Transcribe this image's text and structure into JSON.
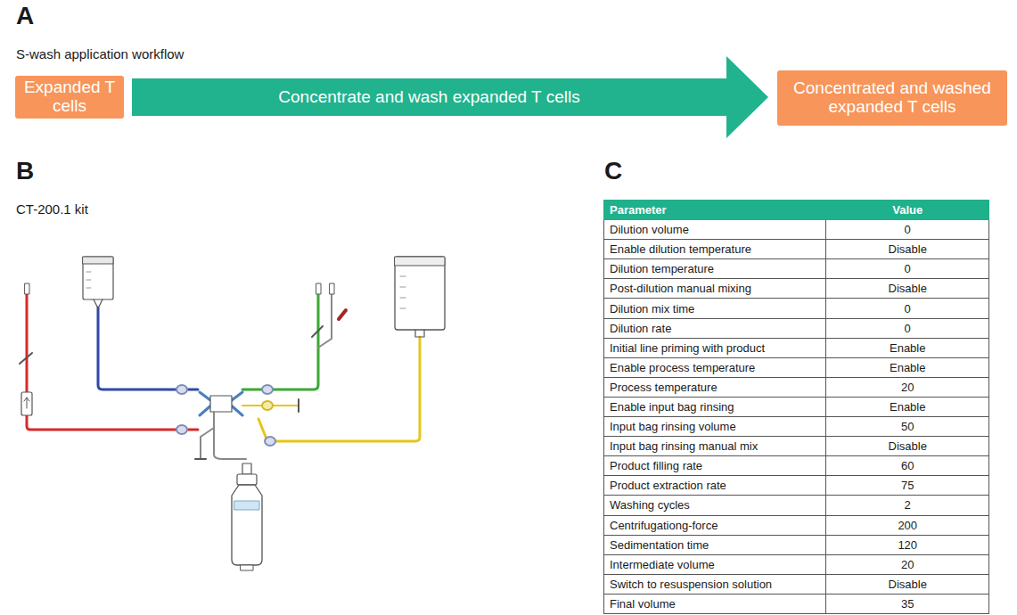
{
  "diagram": {
    "nodes": [
      {
        "text": [
          "Expanded T cells"
        ]
      },
      {
        "text": [
          "Concentrate and wash expanded T cells"
        ]
      },
      {
        "text": [
          "Concentrated and washed expanded T cells"
        ]
      }
    ],
    "labels": [
      "A",
      "S-wash application workflow",
      "B",
      "CT-200.1 kit",
      "C",
      "Parameter",
      "Value",
      "Dilution volume",
      "0",
      "Enable dilution temperature",
      "Disable",
      "Dilution temperature",
      "0",
      "Post-dilution manual mixing",
      "Disable",
      "Dilution mix time",
      "0",
      "Dilution rate",
      "0",
      "Initial line priming with product",
      "Enable",
      "Enable process temperature",
      "Enable",
      "Process temperature",
      "20",
      "Enable input bag rinsing",
      "Enable",
      "Input bag rinsing volume",
      "50",
      "Input bag rinsing manual mix",
      "Disable",
      "Product filling rate",
      "60",
      "Product extraction rate",
      "75",
      "Washing cycles",
      "2",
      "Centrifugationg-force",
      "200",
      "Sedimentation time",
      "120",
      "Intermediate volume",
      "20",
      "Switch to resuspension solution",
      "Disable",
      "Final volume",
      "35"
    ]
  }
}
